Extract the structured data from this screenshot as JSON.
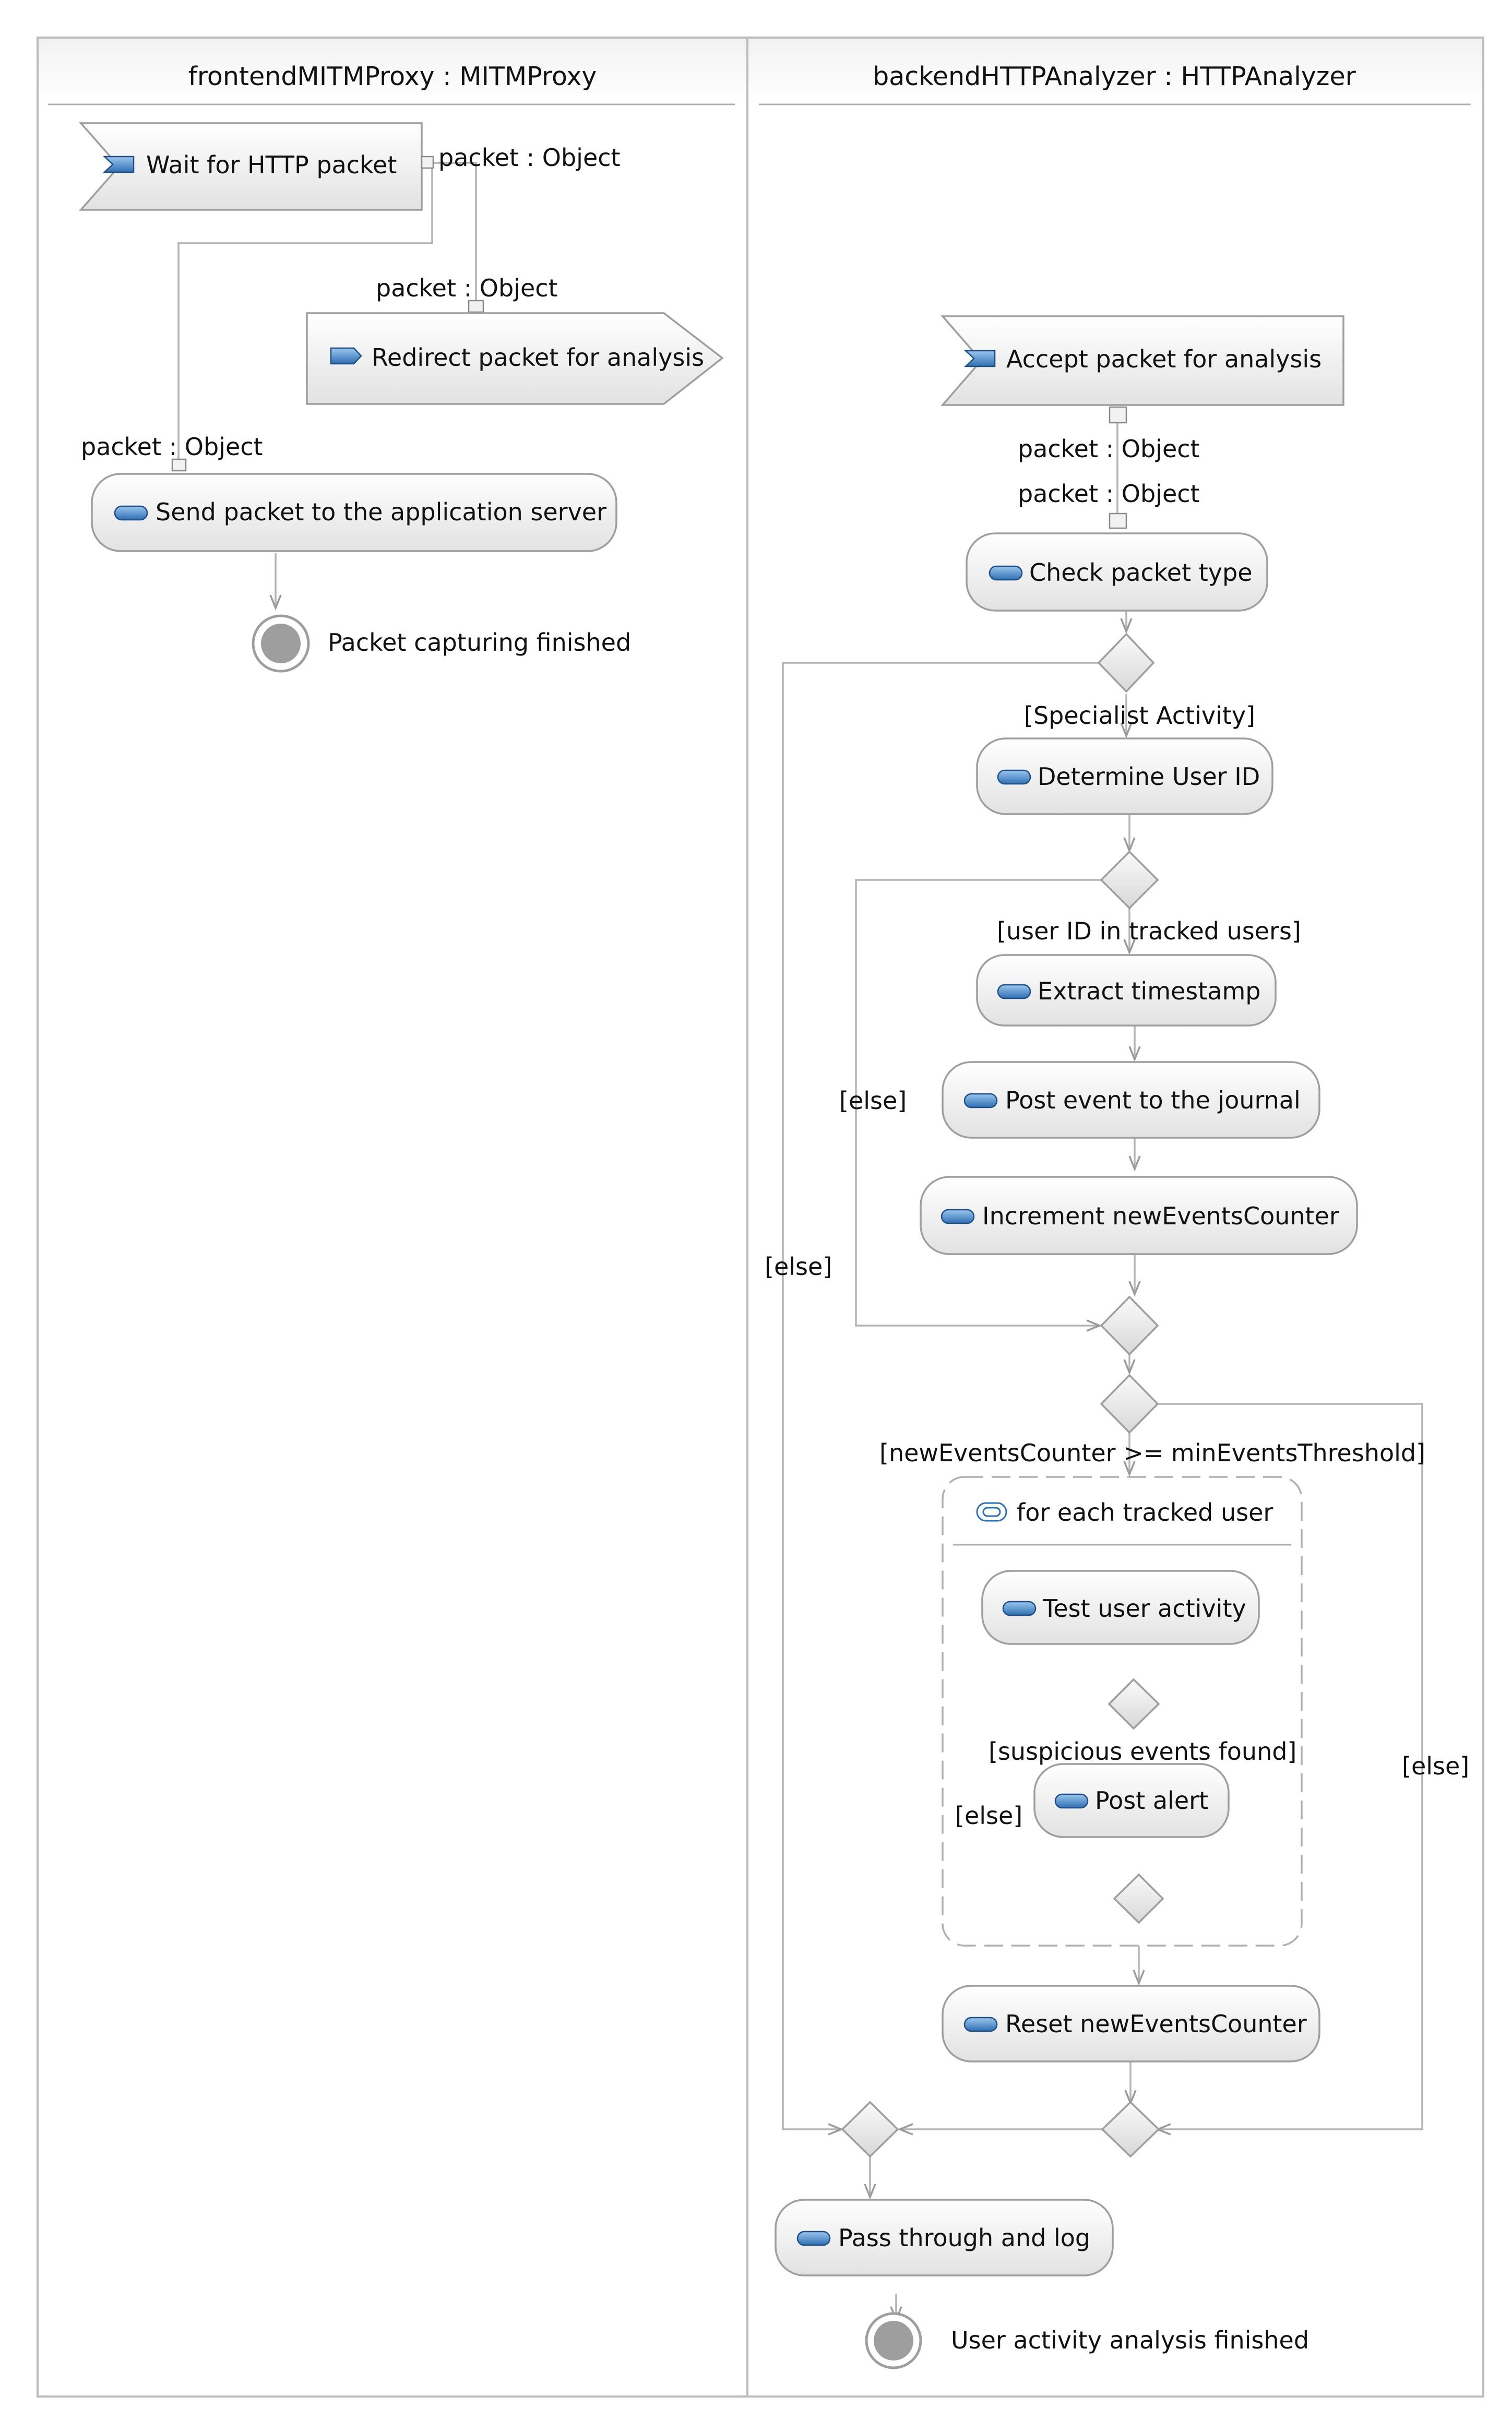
{
  "partitions": {
    "left": "frontendMITMProxy : MITMProxy",
    "right": "backendHTTPAnalyzer : HTTPAnalyzer"
  },
  "nodes": {
    "wait_http": "Wait for HTTP packet",
    "redirect": "Redirect packet for analysis",
    "send_app": "Send packet to the application server",
    "capture_final": "Packet capturing finished",
    "accept": "Accept packet for analysis",
    "check_type": "Check packet type",
    "determine_uid": "Determine User ID",
    "extract_ts": "Extract timestamp",
    "post_event": "Post event to the journal",
    "increment": "Increment newEventsCounter",
    "loop_label": "for each tracked user",
    "test_activity": "Test user activity",
    "post_alert": "Post alert",
    "reset": "Reset newEventsCounter",
    "pass_log": "Pass through and log",
    "analysis_final": "User activity analysis finished"
  },
  "pins": {
    "wait_out": "packet : Object",
    "redirect_in": "packet : Object",
    "send_in": "packet : Object",
    "accept_out": "packet : Object",
    "check_in": "packet : Object"
  },
  "guards": {
    "specialist": "[Specialist Activity]",
    "tracked": "[user ID in tracked users]",
    "else_inner": "[else]",
    "else_outer": "[else]",
    "threshold": "[newEventsCounter >= minEventsThreshold]",
    "suspicious": "[suspicious events found]",
    "else_alert": "[else]",
    "else_right": "[else]"
  }
}
